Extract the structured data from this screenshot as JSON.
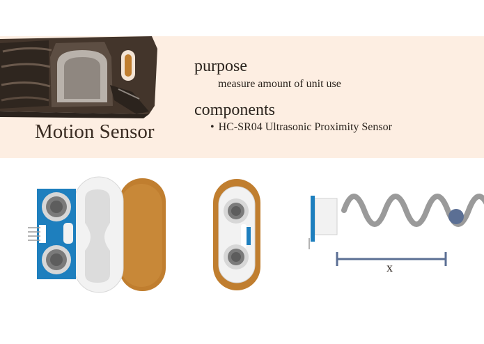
{
  "banner": {
    "title": "Motion Sensor",
    "purpose_heading": "purpose",
    "purpose_text": "measure amount of unit use",
    "components_heading": "components",
    "components": [
      "HC-SR04 Ultrasonic Proximity Sensor"
    ]
  },
  "diagram": {
    "distance_label": "x"
  },
  "colors": {
    "banner_bg": "#fdeee2",
    "sensor_board": "#1e7fbe",
    "shell_white": "#ececec",
    "shell_orange": "#c07e2f",
    "spring": "#9a9a9a",
    "target_dot": "#5b6f94",
    "dimension_line": "#5b6f94"
  }
}
